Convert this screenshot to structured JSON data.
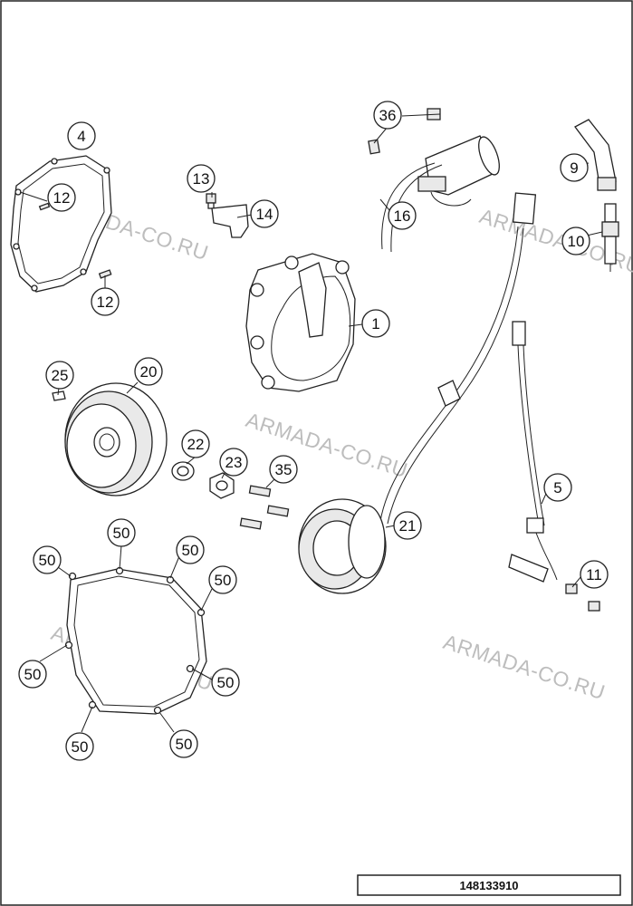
{
  "drawing_number": "148133910",
  "watermark": "ARMADA-CO.RU",
  "callouts": [
    {
      "id": "c4",
      "label": "4"
    },
    {
      "id": "c12a",
      "label": "12"
    },
    {
      "id": "c12b",
      "label": "12"
    },
    {
      "id": "c13",
      "label": "13"
    },
    {
      "id": "c14",
      "label": "14"
    },
    {
      "id": "c36",
      "label": "36"
    },
    {
      "id": "c16",
      "label": "16"
    },
    {
      "id": "c9",
      "label": "9"
    },
    {
      "id": "c10",
      "label": "10"
    },
    {
      "id": "c1",
      "label": "1"
    },
    {
      "id": "c25",
      "label": "25"
    },
    {
      "id": "c20",
      "label": "20"
    },
    {
      "id": "c22",
      "label": "22"
    },
    {
      "id": "c23",
      "label": "23"
    },
    {
      "id": "c35",
      "label": "35"
    },
    {
      "id": "c5",
      "label": "5"
    },
    {
      "id": "c21",
      "label": "21"
    },
    {
      "id": "c11",
      "label": "11"
    },
    {
      "id": "c50a",
      "label": "50"
    },
    {
      "id": "c50b",
      "label": "50"
    },
    {
      "id": "c50c",
      "label": "50"
    },
    {
      "id": "c50d",
      "label": "50"
    },
    {
      "id": "c50e",
      "label": "50"
    },
    {
      "id": "c50f",
      "label": "50"
    },
    {
      "id": "c50g",
      "label": "50"
    },
    {
      "id": "c50h",
      "label": "50"
    }
  ]
}
